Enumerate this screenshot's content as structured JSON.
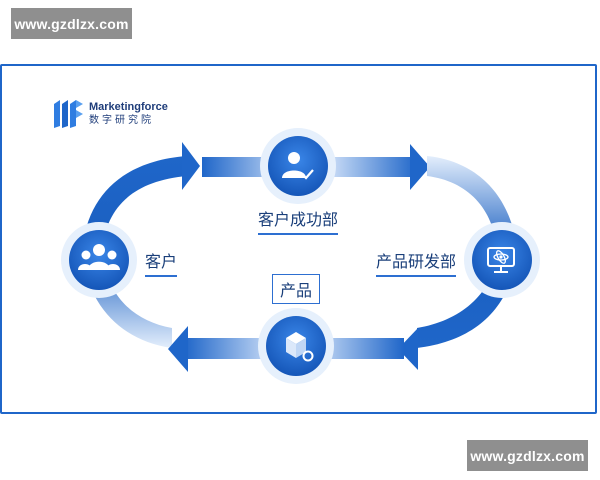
{
  "watermark": {
    "top": "www.gzdlzx.com",
    "bottom": "www.gzdlzx.com"
  },
  "logo": {
    "brand": "Marketingforce",
    "subtitle": "数字研究院"
  },
  "nodes": {
    "customer": {
      "label": "客户",
      "icon": "users-group-icon"
    },
    "customer_success": {
      "label": "客户成功部",
      "icon": "person-check-icon"
    },
    "rnd": {
      "label": "产品研发部",
      "icon": "monitor-atom-icon"
    },
    "product": {
      "label": "产品",
      "icon": "cube-gear-icon"
    }
  },
  "colors": {
    "primary": "#1f66c9",
    "dark": "#0f4fae",
    "light": "#e8f1fc",
    "frame": "#1f66c9"
  }
}
